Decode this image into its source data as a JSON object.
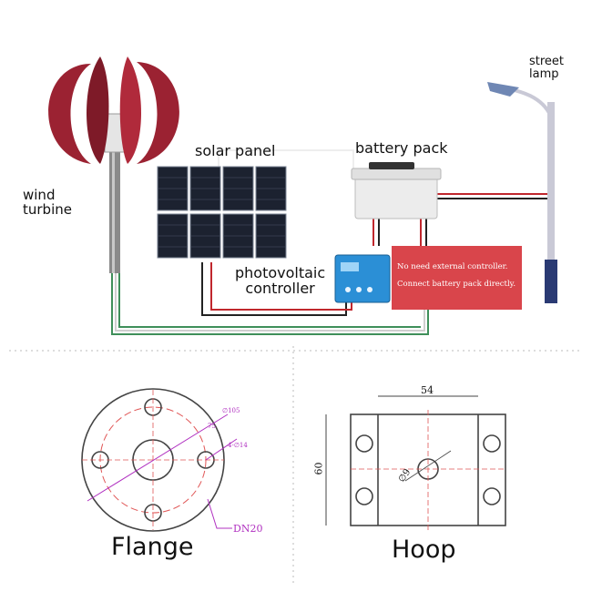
{
  "system": {
    "wind_turbine_line1": "wind",
    "wind_turbine_line2": "turbine",
    "solar_panel": "solar panel",
    "battery_pack": "battery pack",
    "street_lamp_line1": "street",
    "street_lamp_line2": "lamp",
    "controller_line1": "photovoltaic",
    "controller_line2": "controller",
    "note_line1": "No need external controller.",
    "note_line2": "Connect battery pack directly."
  },
  "flange": {
    "title": "Flange",
    "dim_diameter": "∅105",
    "dim_radius": "75",
    "dim_holes": "4-∅14",
    "dim_pipe": "DN20"
  },
  "hoop": {
    "title": "Hoop",
    "dim_width": "54",
    "dim_height": "60",
    "dim_hole": "∅9"
  },
  "colors": {
    "turbine": "#9b2232",
    "panel": "#1c2230",
    "note_bg": "#d9454b",
    "wire_red": "#c0272d",
    "wire_green": "#3f8f5a",
    "wire_white": "#d0d0d0",
    "drawing_red": "#e05555",
    "drawing_magenta": "#b030c0",
    "controller": "#2b8fd6"
  }
}
